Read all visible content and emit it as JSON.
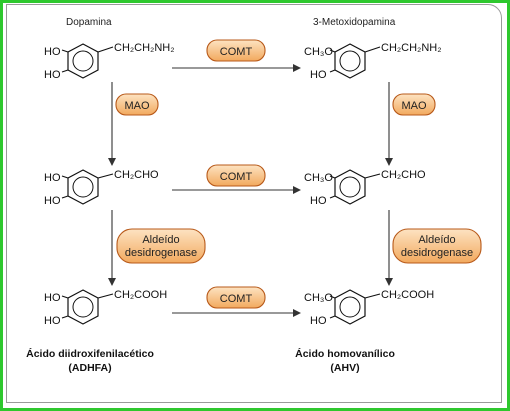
{
  "compounds": {
    "dopamine": {
      "title": "Dopamina",
      "ho_top": "HO",
      "ho_bottom": "HO",
      "chain": "CH₂CH₂NH₂"
    },
    "methoxydopamine": {
      "title": "3-Metoxidopamina",
      "och3": "CH₃O",
      "ho": "HO",
      "chain": "CH₂CH₂NH₂"
    },
    "aldehyde_left": {
      "ho_top": "HO",
      "ho_bottom": "HO",
      "chain": "CH₂CHO"
    },
    "aldehyde_right": {
      "och3": "CH₃O",
      "ho": "HO",
      "chain": "CH₂CHO"
    },
    "adhfa": {
      "ho_top": "HO",
      "ho_bottom": "HO",
      "chain": "CH₂COOH",
      "name": "Ácido diidroxifenilacético",
      "abbr": "(ADHFA)"
    },
    "ahv": {
      "och3": "CH₃O",
      "ho": "HO",
      "chain": "CH₂COOH",
      "name": "Ácido homovanílico",
      "abbr": "(AHV)"
    }
  },
  "enzymes": {
    "comt_top": "COMT",
    "comt_middle": "COMT",
    "comt_bottom": "COMT",
    "mao_left": "MAO",
    "mao_right": "MAO",
    "ald_left_line1": "Aldeído",
    "ald_left_line2": "desidrogenase",
    "ald_right_line1": "Aldeído",
    "ald_right_line2": "desidrogenase"
  },
  "colors": {
    "border": "#2ec82e",
    "pill_fill": "#f7c58a",
    "pill_stroke": "#b85a1a",
    "arrow": "#333333"
  }
}
